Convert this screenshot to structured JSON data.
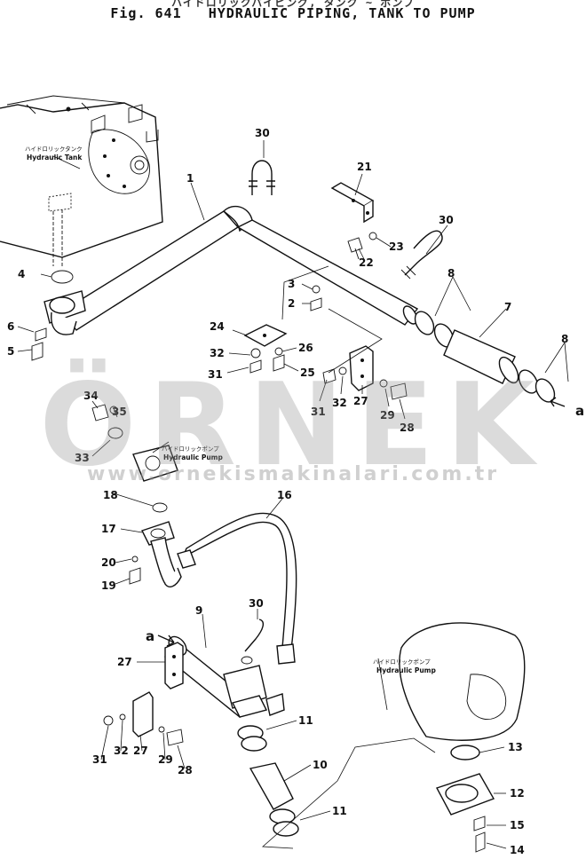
{
  "header": {
    "jp_title": "ハイドロリックパイピング, タンク ~ ポンプ",
    "fig_number": "Fig. 641",
    "fig_title": "HYDRAULIC PIPING, TANK TO PUMP"
  },
  "labels": {
    "tank_jp": "ハイドロリックタンク",
    "tank_en": "Hydraulic Tank",
    "pump1_jp": "ハイドロリックポンプ",
    "pump1_en": "Hydraulic Pump",
    "pump2_jp": "ハイドロリックポンプ",
    "pump2_en": "Hydraulic Pump",
    "ref_a_right": "a",
    "ref_a_left": "a"
  },
  "callouts": [
    {
      "id": "c30a",
      "text": "30"
    },
    {
      "id": "c1",
      "text": "1"
    },
    {
      "id": "c21",
      "text": "21"
    },
    {
      "id": "c30b",
      "text": "30"
    },
    {
      "id": "c23",
      "text": "23"
    },
    {
      "id": "c22",
      "text": "22"
    },
    {
      "id": "c4",
      "text": "4"
    },
    {
      "id": "c3",
      "text": "3"
    },
    {
      "id": "c2",
      "text": "2"
    },
    {
      "id": "c8a",
      "text": "8"
    },
    {
      "id": "c7",
      "text": "7"
    },
    {
      "id": "c6",
      "text": "6"
    },
    {
      "id": "c5",
      "text": "5"
    },
    {
      "id": "c24",
      "text": "24"
    },
    {
      "id": "c32a",
      "text": "32"
    },
    {
      "id": "c26",
      "text": "26"
    },
    {
      "id": "c31a",
      "text": "31"
    },
    {
      "id": "c25",
      "text": "25"
    },
    {
      "id": "c8b",
      "text": "8"
    },
    {
      "id": "c31b",
      "text": "31"
    },
    {
      "id": "c32b",
      "text": "32"
    },
    {
      "id": "c27a",
      "text": "27"
    },
    {
      "id": "c29a",
      "text": "29"
    },
    {
      "id": "c28a",
      "text": "28"
    },
    {
      "id": "c34",
      "text": "34"
    },
    {
      "id": "c35",
      "text": "35"
    },
    {
      "id": "c33",
      "text": "33"
    },
    {
      "id": "c18",
      "text": "18"
    },
    {
      "id": "c16",
      "text": "16"
    },
    {
      "id": "c17",
      "text": "17"
    },
    {
      "id": "c20",
      "text": "20"
    },
    {
      "id": "c19",
      "text": "19"
    },
    {
      "id": "c9",
      "text": "9"
    },
    {
      "id": "c30c",
      "text": "30"
    },
    {
      "id": "c27b",
      "text": "27"
    },
    {
      "id": "c11a",
      "text": "11"
    },
    {
      "id": "c31c",
      "text": "31"
    },
    {
      "id": "c32c",
      "text": "32"
    },
    {
      "id": "c27c",
      "text": "27"
    },
    {
      "id": "c29b",
      "text": "29"
    },
    {
      "id": "c28b",
      "text": "28"
    },
    {
      "id": "c10",
      "text": "10"
    },
    {
      "id": "c13",
      "text": "13"
    },
    {
      "id": "c12",
      "text": "12"
    },
    {
      "id": "c11b",
      "text": "11"
    },
    {
      "id": "c15",
      "text": "15"
    },
    {
      "id": "c14",
      "text": "14"
    }
  ],
  "watermark": {
    "brand": "ÖRNEK",
    "url": "www.ornekismakinalari.com.tr"
  }
}
